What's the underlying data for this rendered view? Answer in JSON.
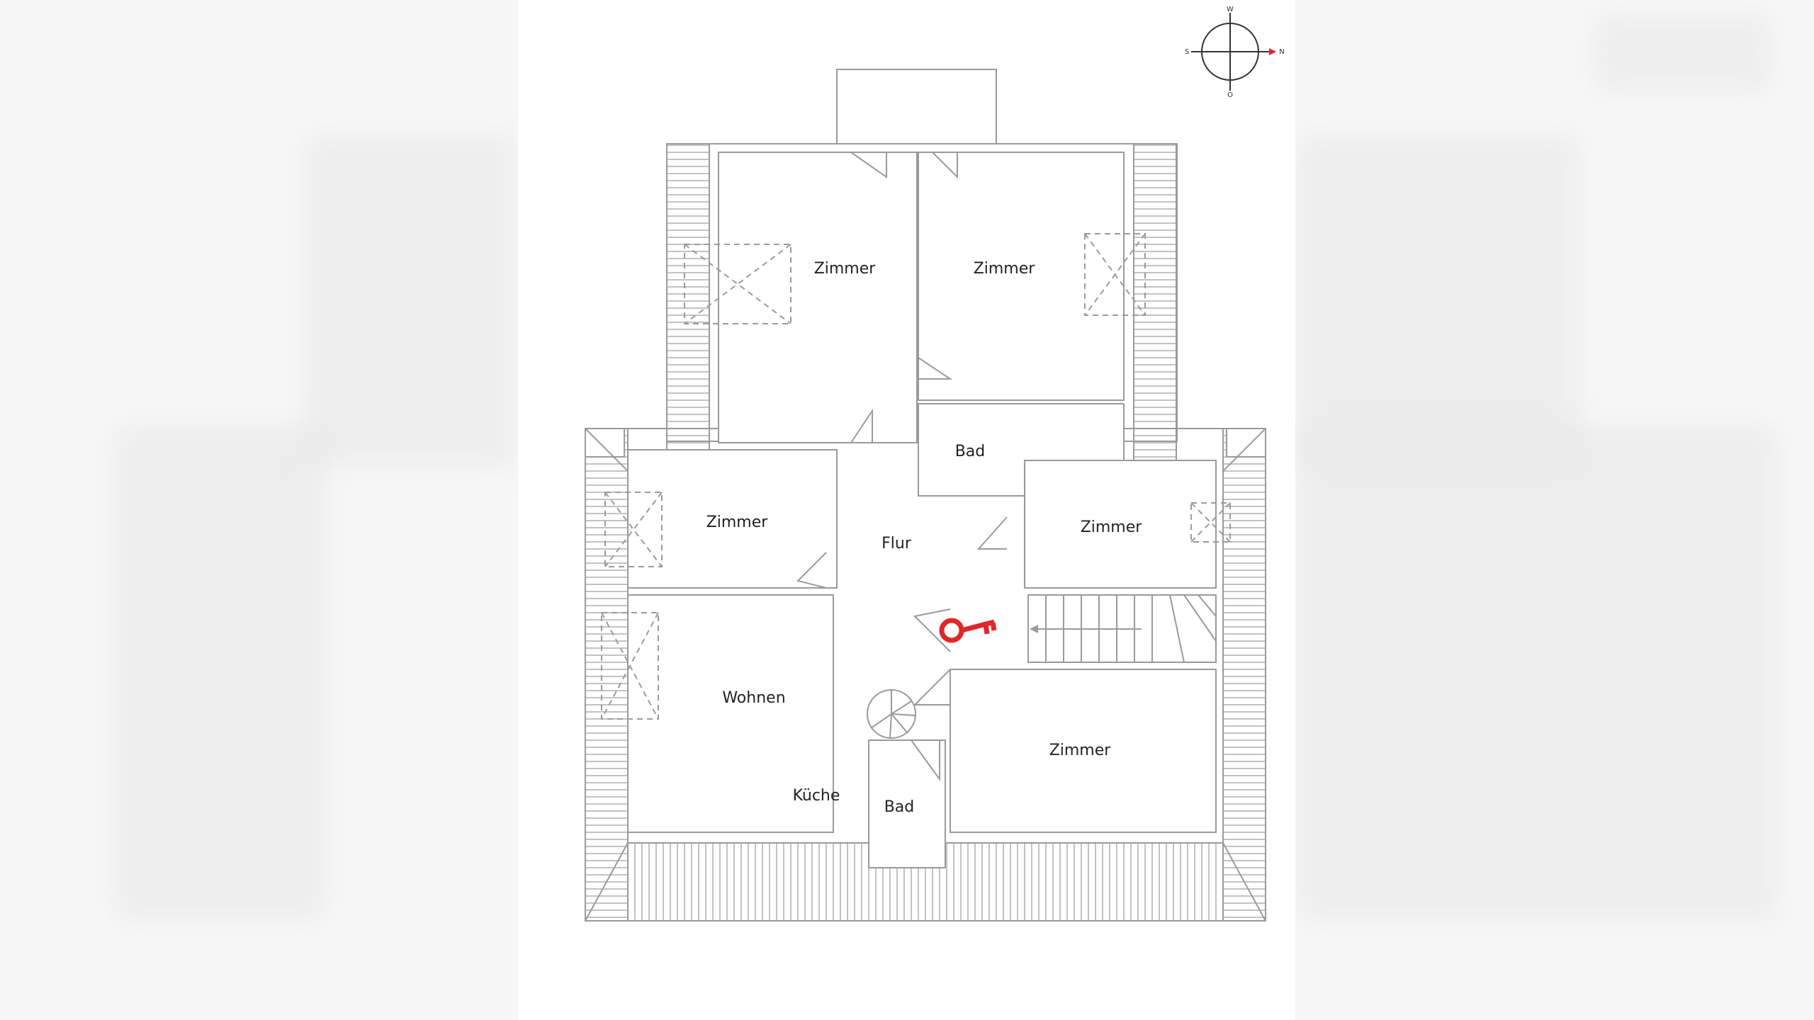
{
  "floorplan": {
    "rooms": [
      {
        "id": "zimmer-nw",
        "label": "Zimmer"
      },
      {
        "id": "zimmer-ne",
        "label": "Zimmer"
      },
      {
        "id": "bad-top",
        "label": "Bad"
      },
      {
        "id": "zimmer-w",
        "label": "Zimmer"
      },
      {
        "id": "flur",
        "label": "Flur"
      },
      {
        "id": "zimmer-e",
        "label": "Zimmer"
      },
      {
        "id": "wohnen",
        "label": "Wohnen"
      },
      {
        "id": "kueche",
        "label": "Küche"
      },
      {
        "id": "bad-bottom",
        "label": "Bad"
      },
      {
        "id": "zimmer-se",
        "label": "Zimmer"
      }
    ],
    "compass": {
      "north": "N",
      "south": "S",
      "west": "W",
      "east": "O"
    },
    "colors": {
      "wall": "#9a9a9a",
      "key": "#e0262b",
      "ink": "#222222"
    },
    "icons": {
      "entrance": "key-icon",
      "stairs": "stair-arrow-icon",
      "orientation": "compass-icon"
    }
  }
}
